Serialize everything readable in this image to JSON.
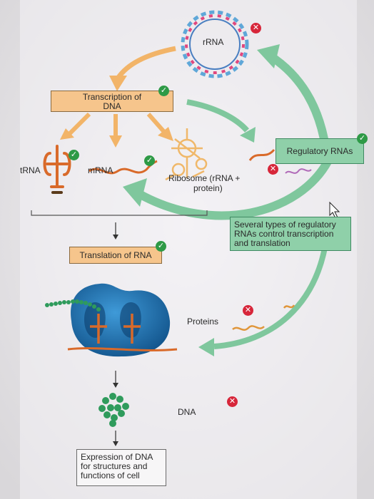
{
  "labels": {
    "rrna": "rRNA",
    "transcription": "Transcription of DNA",
    "trna": "tRNA",
    "mrna": "mRNA",
    "ribosome_line1": "Ribosome (rRNA +",
    "ribosome_line2": "protein)",
    "regulatory_rnas": "Regulatory RNAs",
    "regulatory_note_l1": "Several types of regulatory",
    "regulatory_note_l2": "RNAs control transcription",
    "regulatory_note_l3": "and translation",
    "translation": "Translation of RNA",
    "proteins": "Proteins",
    "dna": "DNA",
    "expression_l1": "Expression of DNA",
    "expression_l2": "for structures and",
    "expression_l3": "functions of cell"
  },
  "marks": {
    "check_icon": "✓",
    "cross_icon": "✕"
  },
  "colors": {
    "orange_box": "#f6c58c",
    "green_box": "#8fd0a9",
    "arrow_orange": "#f2b468",
    "arrow_green": "#7fc79d",
    "check": "#2e9a46",
    "cross": "#d7263a",
    "ribosome": "#1b6fae"
  }
}
